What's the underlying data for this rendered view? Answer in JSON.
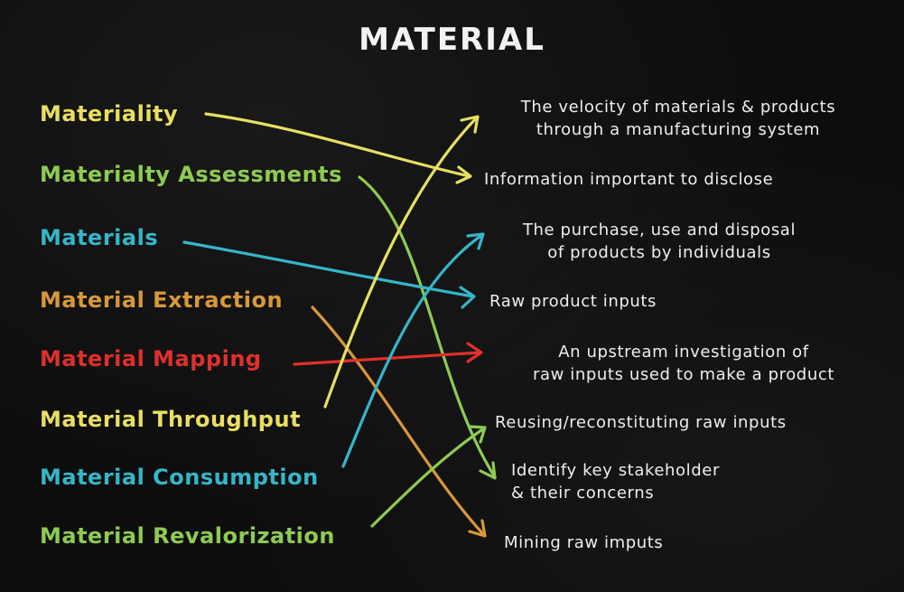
{
  "title": "MATERIAL",
  "colors": {
    "yellow": "#e8df63",
    "green": "#8ecb52",
    "cyan": "#36b6c8",
    "orange": "#d8983a",
    "red": "#e0302b",
    "chalk": "#eeeeee"
  },
  "terms": [
    {
      "label": "Materiality",
      "color": "#e8df63"
    },
    {
      "label": "Materialty Assessments",
      "color": "#8ecb52"
    },
    {
      "label": "Materials",
      "color": "#36b6c8"
    },
    {
      "label": "Material Extraction",
      "color": "#d8983a"
    },
    {
      "label": "Material Mapping",
      "color": "#e0302b"
    },
    {
      "label": "Material Throughput",
      "color": "#e8df63"
    },
    {
      "label": "Material Consumption",
      "color": "#36b6c8"
    },
    {
      "label": "Material Revalorization",
      "color": "#8ecb52"
    }
  ],
  "definitions": [
    {
      "line1": "The velocity of materials & products",
      "line2": "through a manufacturing system"
    },
    {
      "line1": "Information important to disclose",
      "line2": ""
    },
    {
      "line1": "The purchase, use and disposal",
      "line2": "of products by individuals"
    },
    {
      "line1": "Raw product inputs",
      "line2": ""
    },
    {
      "line1": "An upstream investigation of",
      "line2": "raw inputs used to make a product"
    },
    {
      "line1": "Reusing/reconstituting raw inputs",
      "line2": ""
    },
    {
      "line1": "Identify key stakeholder",
      "line2": "& their concerns"
    },
    {
      "line1": "Mining raw imputs",
      "line2": ""
    }
  ]
}
